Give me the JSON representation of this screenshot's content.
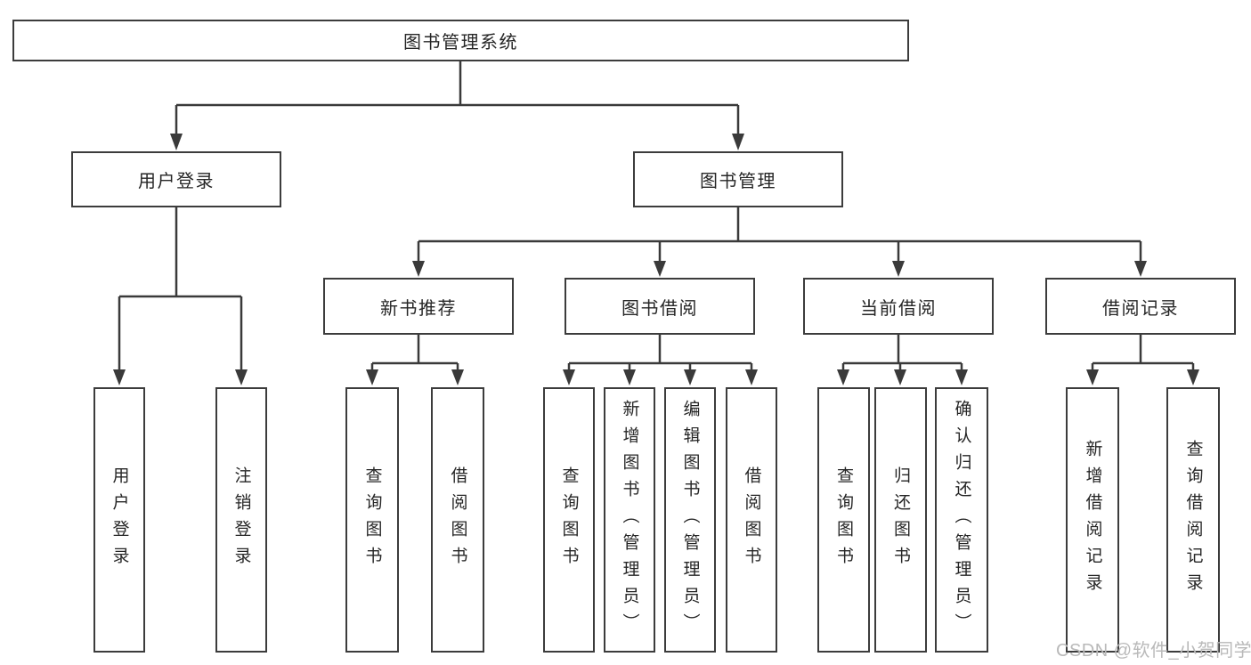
{
  "diagram": {
    "root": {
      "label": "图书管理系统"
    },
    "branches": [
      {
        "label": "用户登录",
        "children": [
          {
            "label": "用户登录"
          },
          {
            "label": "注销登录"
          }
        ]
      },
      {
        "label": "图书管理",
        "children": [
          {
            "label": "新书推荐",
            "children": [
              {
                "label": "查询图书"
              },
              {
                "label": "借阅图书"
              }
            ]
          },
          {
            "label": "图书借阅",
            "children": [
              {
                "label": "查询图书"
              },
              {
                "label": "新增图书（管理员）"
              },
              {
                "label": "编辑图书（管理员）"
              },
              {
                "label": "借阅图书"
              }
            ]
          },
          {
            "label": "当前借阅",
            "children": [
              {
                "label": "查询图书"
              },
              {
                "label": "归还图书"
              },
              {
                "label": "确认归还（管理员）"
              }
            ]
          },
          {
            "label": "借阅记录",
            "children": [
              {
                "label": "新增借阅记录"
              },
              {
                "label": "查询借阅记录"
              }
            ]
          }
        ]
      }
    ]
  },
  "watermark": {
    "text": "CSDN @软件_小贺同学"
  },
  "colors": {
    "line": "#3a3a3a",
    "border": "#3c3c3c",
    "text": "#262626",
    "watermark": "#b9b9b9"
  }
}
